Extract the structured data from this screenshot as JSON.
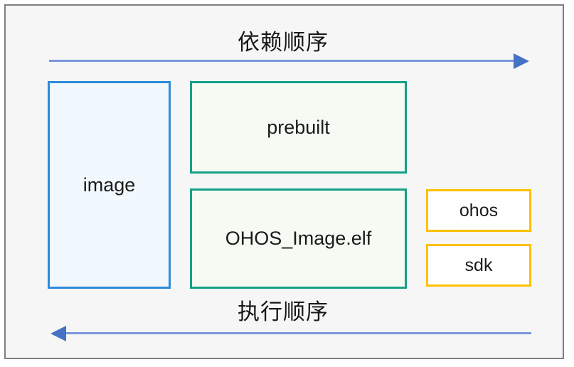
{
  "diagram": {
    "title_top": "依赖顺序",
    "title_bottom": "执行顺序",
    "colors": {
      "canvas_background": "#f6f6f6",
      "frame_border": "#7f7f7f",
      "arrow_line": "#7a97de",
      "arrow_head": "#4472c4",
      "image_box_border": "#2e8bd8",
      "image_box_fill": "#f2f9fe",
      "green_box_border": "#16a085",
      "green_box_fill": "#f5faf3",
      "orange_box_border": "#ffc000",
      "orange_box_fill": "#ffffff",
      "text": "#1a1a1a"
    },
    "arrows": [
      {
        "name": "dependency-order-arrow",
        "direction": "right",
        "label": "依赖顺序"
      },
      {
        "name": "execution-order-arrow",
        "direction": "left",
        "label": "执行顺序"
      }
    ],
    "nodes": [
      {
        "id": "image",
        "label": "image",
        "style": "blue"
      },
      {
        "id": "prebuilt",
        "label": "prebuilt",
        "style": "green"
      },
      {
        "id": "ohos_image_elf",
        "label": "OHOS_Image.elf",
        "style": "green"
      },
      {
        "id": "ohos",
        "label": "ohos",
        "style": "orange"
      },
      {
        "id": "sdk",
        "label": "sdk",
        "style": "orange"
      }
    ]
  }
}
